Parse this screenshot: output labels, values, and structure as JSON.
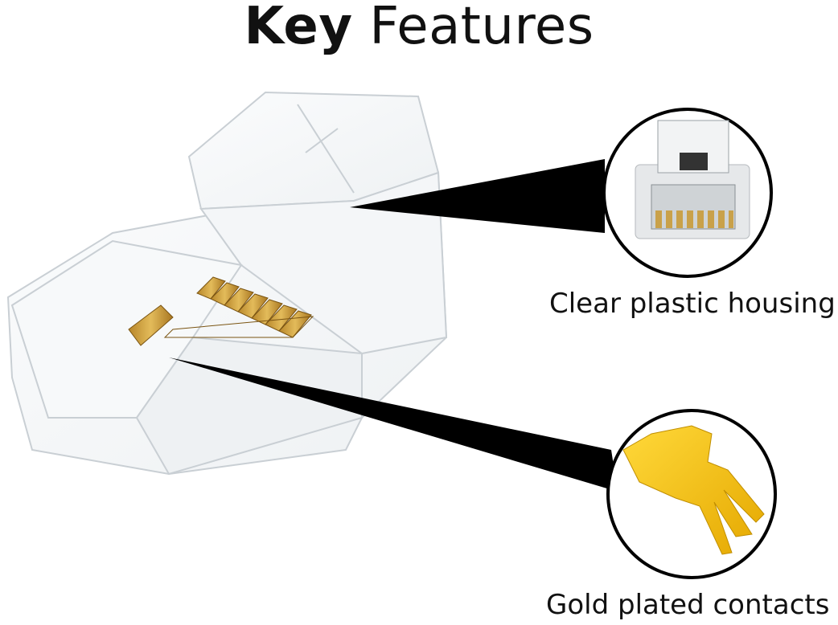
{
  "title": {
    "bold": "Key",
    "rest": "Features"
  },
  "features": [
    {
      "label": "Clear plastic housing",
      "icon": "plug-housing-icon"
    },
    {
      "label": "Gold plated contacts",
      "icon": "gold-contact-icon"
    }
  ],
  "colors": {
    "gold": "#d4a43a",
    "gold_bright": "#f2c010",
    "pointer": "#000000",
    "plastic_edge": "#c9cfd4"
  }
}
